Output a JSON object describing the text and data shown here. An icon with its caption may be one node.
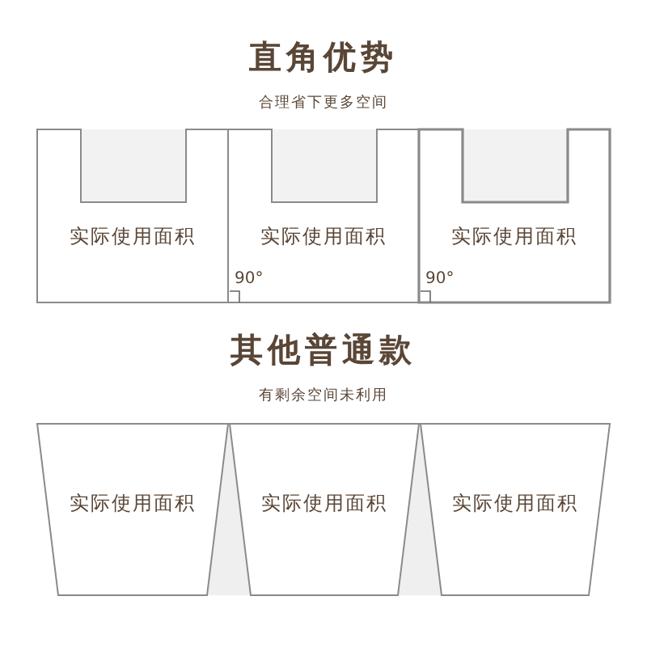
{
  "diagram": {
    "nodes": [
      {
        "text": [
          "实际使用面积"
        ]
      },
      {
        "text": [
          "实际使用面积",
          "90°"
        ]
      },
      {
        "text": [
          "实际使用面积",
          "90°"
        ]
      },
      {
        "text": [
          "实际使用面积"
        ]
      },
      {
        "text": [
          "实际使用面积"
        ]
      },
      {
        "text": [
          "实际使用面积"
        ]
      },
      {
        "text": [],
        "shape": "triangle"
      },
      {
        "text": [],
        "shape": "triangle"
      }
    ],
    "labels": [
      "直角优势",
      "合理省下更多空间",
      "其他普通款",
      "有剩余空间未利用"
    ]
  }
}
